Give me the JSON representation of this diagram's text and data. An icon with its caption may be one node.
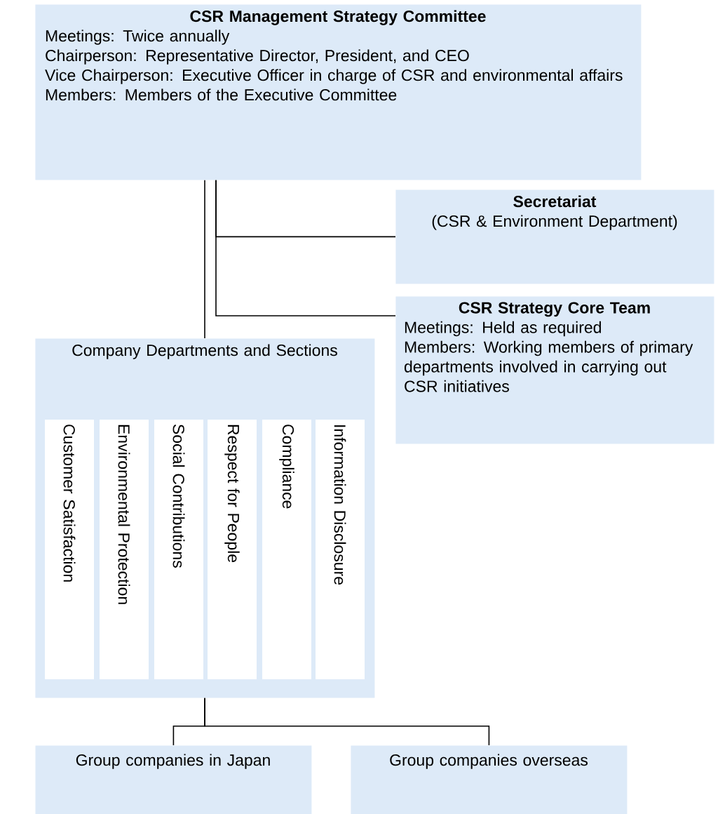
{
  "diagram": {
    "nodes": [
      {
        "text": [
          "CSR Management Strategy Committee",
          "Meetings: Twice annually",
          "Chairperson: Representative Director, President, and CEO",
          "Vice Chairperson: Executive Officer in charge of CSR and environmental affairs",
          "Members: Members of the Executive Committee"
        ]
      },
      {
        "text": [
          "Secretariat",
          "(CSR & Environment Department)"
        ]
      },
      {
        "text": [
          "CSR Strategy Core Team",
          "Meetings: Held as required",
          "Members: Working members of primary departments involved in carrying out CSR initiatives"
        ]
      },
      {
        "text": [
          "Company Departments and Sections"
        ]
      },
      {
        "text": [
          "Customer Satisfaction"
        ],
        "in": 3
      },
      {
        "text": [
          "Environmental Protection"
        ],
        "in": 3
      },
      {
        "text": [
          "Social Contributions"
        ],
        "in": 3
      },
      {
        "text": [
          "Respect for People"
        ],
        "in": 3
      },
      {
        "text": [
          "Compliance"
        ],
        "in": 3
      },
      {
        "text": [
          "Information Disclosure"
        ],
        "in": 3
      },
      {
        "text": [
          "Group companies in Japan"
        ]
      },
      {
        "text": [
          "Group companies overseas"
        ]
      }
    ],
    "edges": [
      {
        "from": 0,
        "to": 3,
        "arrow": "none"
      },
      {
        "from": 0,
        "to": 1,
        "arrow": "none"
      },
      {
        "from": 0,
        "to": 2,
        "arrow": "none"
      },
      {
        "from": 3,
        "to": 10,
        "arrow": "none"
      },
      {
        "from": 3,
        "to": 11,
        "arrow": "none"
      }
    ]
  }
}
